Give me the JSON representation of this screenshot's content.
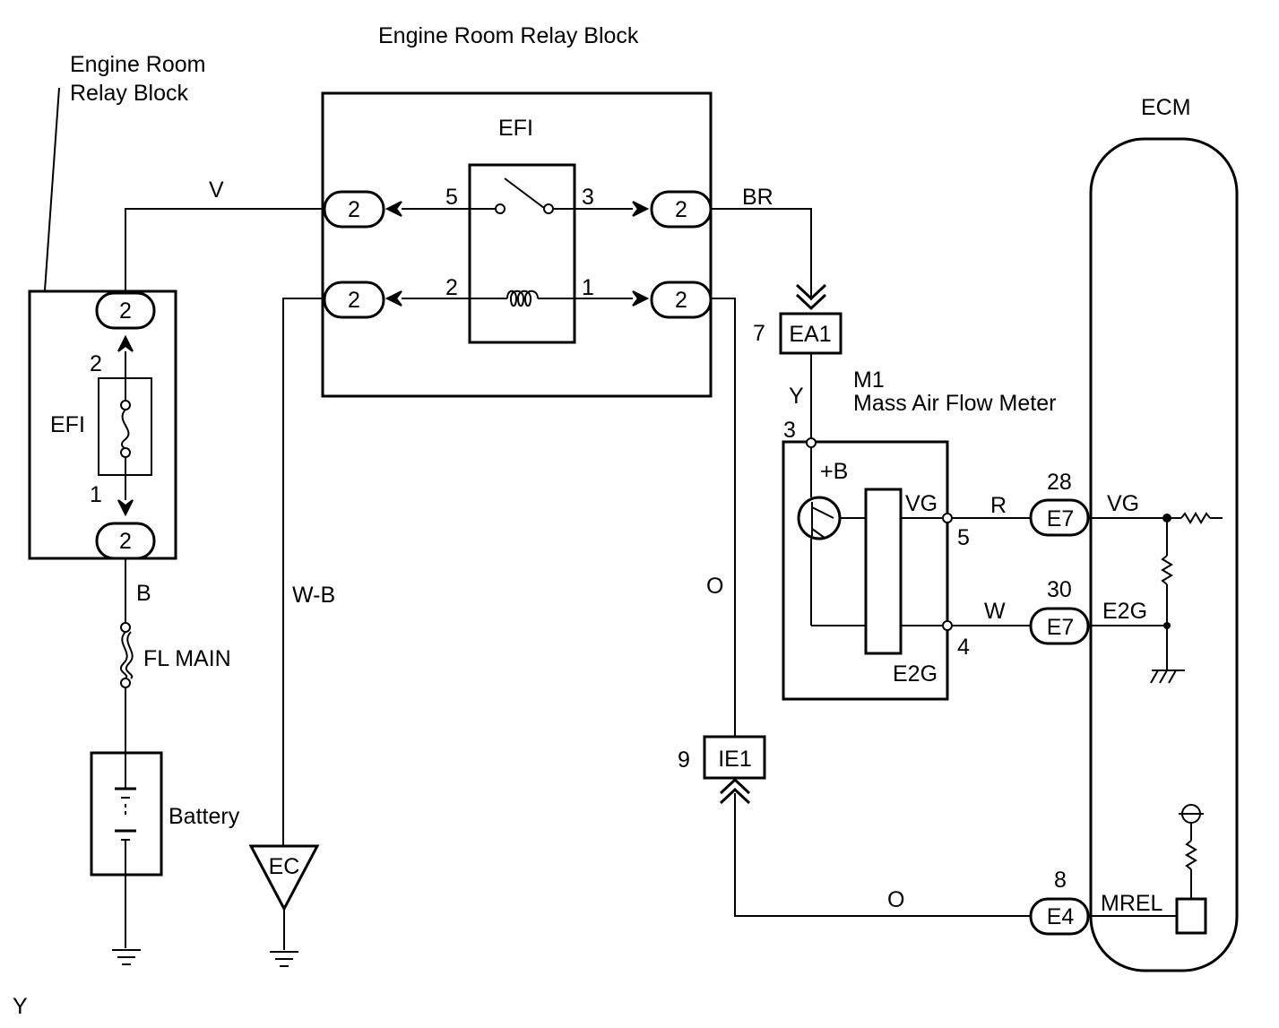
{
  "labels": {
    "relay_block_main_title": "Engine Room Relay Block",
    "relay_block_left_title_1": "Engine Room",
    "relay_block_left_title_2": "Relay Block",
    "efi_relay_name": "EFI",
    "efi_fuse_name": "EFI",
    "ecm_title": "ECM",
    "fl_main": "FL MAIN",
    "battery": "Battery",
    "ground_ec": "EC",
    "maf_code": "M1",
    "maf_name": "Mass Air Flow Meter",
    "corner_mark": "Y"
  },
  "wire_colors": {
    "v": "V",
    "br": "BR",
    "b": "B",
    "w_b": "W-B",
    "o_vertical": "O",
    "o_bottom": "O",
    "y": "Y",
    "r": "R",
    "w": "W"
  },
  "connectors": {
    "relay_box_pill": "2",
    "ea1": "EA1",
    "ie1": "IE1",
    "e7": "E7",
    "e4": "E4"
  },
  "pins": {
    "relay_5": "5",
    "relay_3": "3",
    "relay_2": "2",
    "relay_1": "1",
    "fuse_2": "2",
    "fuse_1": "1",
    "ea1_pin": "7",
    "ie1_pin": "9",
    "maf_3": "3",
    "maf_5": "5",
    "maf_4": "4",
    "e7_vg_pin": "28",
    "e7_e2g_pin": "30",
    "e4_pin": "8"
  },
  "terminals": {
    "maf_plus_b": "+B",
    "maf_vg": "VG",
    "maf_e2g": "E2G",
    "ecm_vg": "VG",
    "ecm_e2g": "E2G",
    "ecm_mrel": "MREL"
  }
}
